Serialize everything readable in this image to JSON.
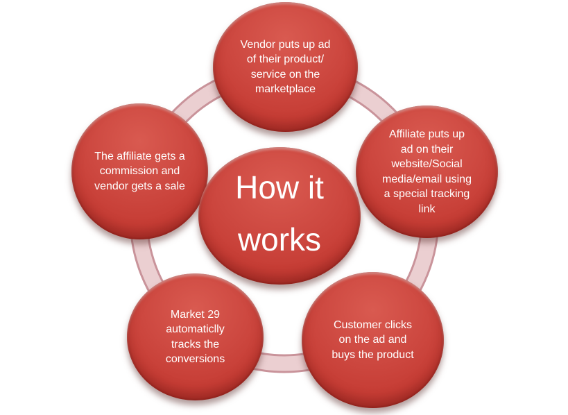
{
  "colors": {
    "background": "#ffffff",
    "bubble-main": "#c63d35",
    "bubble-light": "#d95a50",
    "bubble-dark": "#8f211d",
    "ring-band": "#ebcfd1",
    "ring-edge": "#c9939a",
    "text": "#ffffff"
  },
  "diagram": {
    "center": {
      "lines": [
        "How it",
        "works"
      ]
    },
    "nodes": [
      {
        "id": "vendor-step",
        "lines": [
          "Vendor puts up ad",
          "of their product/",
          "service  on the",
          "marketplace"
        ]
      },
      {
        "id": "affiliate-step",
        "lines": [
          "Affiliate puts up",
          "ad on their",
          "website/Social",
          "media/email using",
          "a special tracking",
          "link"
        ]
      },
      {
        "id": "customer-step",
        "lines": [
          "Customer clicks",
          "on the ad and",
          "buys the product"
        ]
      },
      {
        "id": "tracking-step",
        "lines": [
          "Market 29",
          "automaticlly",
          "tracks the",
          "conversions"
        ]
      },
      {
        "id": "commission-step",
        "lines": [
          "The affiliate gets a",
          "commission and",
          "vendor gets a sale"
        ]
      }
    ]
  }
}
